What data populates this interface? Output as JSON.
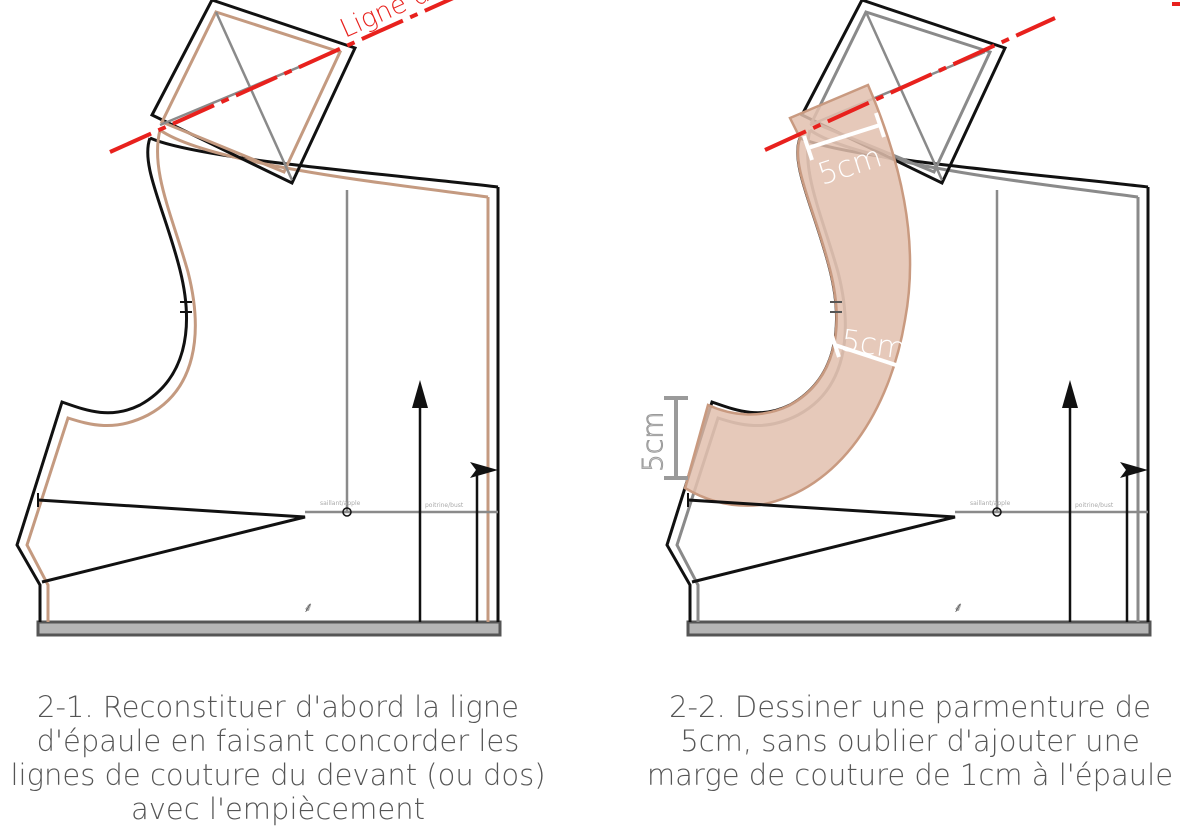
{
  "annotations": {
    "ligne_label": "Ligne d",
    "measure_label": "5cm",
    "apex_label": "saillant/apple",
    "bust_label": "poitrine/bust"
  },
  "captions": {
    "left": "2-1. Reconstituer d'abord la ligne d'épaule en faisant concorder les lignes de couture du devant (ou dos) avec l'empiècement",
    "right": "2-2. Dessiner une parmenture de 5cm, sans oublier d'ajouter une marge de couture de 1cm à l'épaule"
  },
  "colors": {
    "pattern_line": "#111111",
    "seam_line": "#c49a80",
    "grey_line": "#8a8a8a",
    "shoulder_line": "#e8211d",
    "facing_fill": "#e2bfae",
    "facing_stroke": "#c99a80",
    "hem_fill": "#b5b5b5",
    "measure": "#ffffff",
    "measure_grey": "#9a9a9a"
  }
}
